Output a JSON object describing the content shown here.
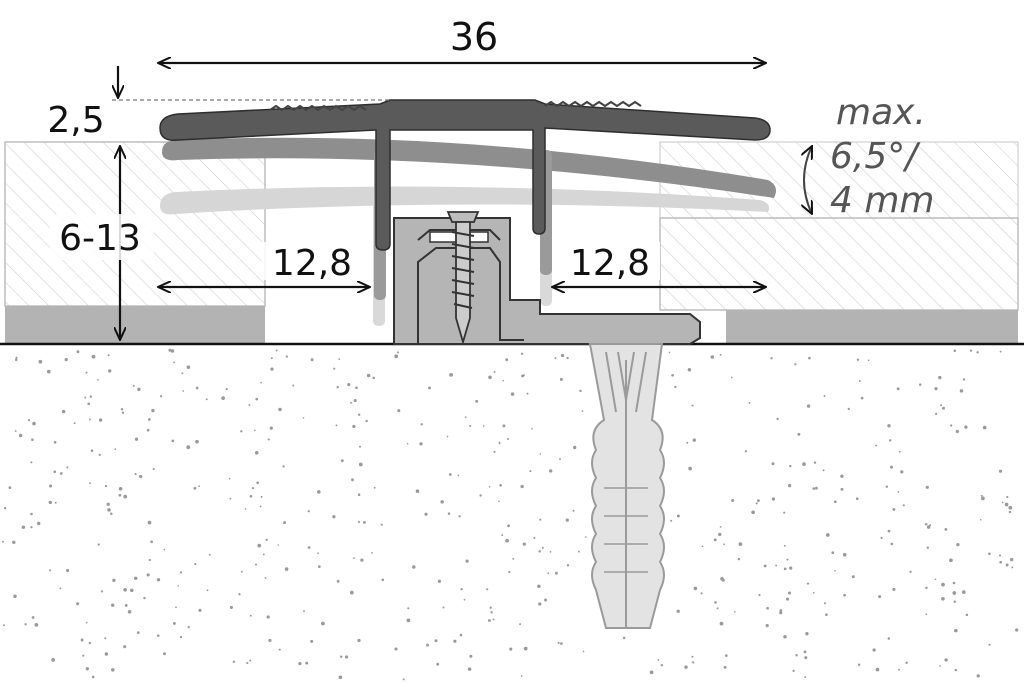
{
  "dimensions": {
    "width_total": "36",
    "top_thickness": "2,5",
    "height_range": "6-13",
    "left_leg": "12,8",
    "right_leg": "12,8"
  },
  "angle_note": {
    "line1": "max.",
    "line2": "6,5°/",
    "line3": "4 mm"
  },
  "colors": {
    "profile_dark": "#5a5a5a",
    "profile_mid": "#8c8c8c",
    "profile_light": "#cfcfcf",
    "base_rail": "#b3b3b3",
    "floor_hatch": "#d2d2d2",
    "dowel": "#e3e3e3"
  }
}
